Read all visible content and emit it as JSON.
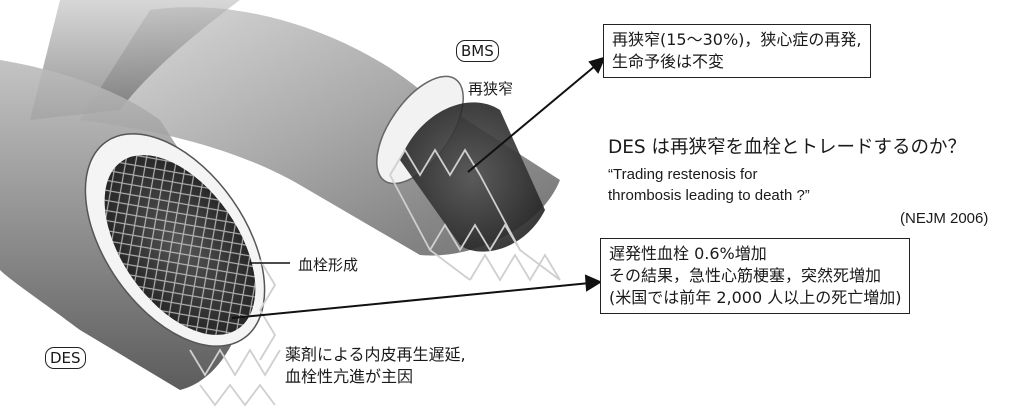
{
  "labels": {
    "bms": "BMS",
    "des": "DES",
    "restenosis": "再狭窄",
    "thrombus_formation": "血栓形成",
    "des_cause_line1": "薬剤による内皮再生遅延,",
    "des_cause_line2": "血栓性亢進が主因"
  },
  "bms_box": {
    "line1": "再狭窄(15～30%)，狭心症の再発,",
    "line2": "生命予後は不変"
  },
  "question": {
    "main": "DES は再狭窄を血栓とトレードするのか？",
    "quote_line1": "“Trading restenosis for",
    "quote_line2": "thrombosis leading to death ?”",
    "citation": "(NEJM 2006)"
  },
  "des_box": {
    "line1": "遅発性血栓 0.6%増加",
    "line2": "その結果，急性心筋梗塞，突然死増加",
    "line3": "(米国では前年 2,000 人以上の死亡増加)"
  }
}
